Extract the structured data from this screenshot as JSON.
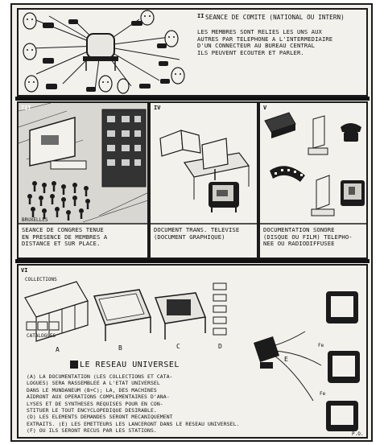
{
  "panel_top": {
    "num": "II",
    "title": "SEANCE DE COMITE (NATIONAL OU INTERN)",
    "body": "LES MEMBRES SONT RELIES LES UNS AUX\nAUTRES PAR TELEPHONE A L'INTERMEDIAIRE\nD'UN CONNECTEUR AU BUREAU CENTRAL\nILS PEUVENT ECOUTER ET PARLER."
  },
  "panel_congres": {
    "num": "III",
    "place_label": "BRUXELLES",
    "caption": "SEANCE DE CONGRES TENUE\nEN PRESENCE DE MEMBRES A\nDISTANCE ET SUR PLACE."
  },
  "panel_document": {
    "num": "IV",
    "caption": "DOCUMENT TRANS. TELEVISE\n(DOCUMENT GRAPHIQUE)"
  },
  "panel_sonore": {
    "num": "V",
    "caption": "DOCUMENTATION SONORE\n(DISQUE OU FILM) TELEPHO-\nNEE OU RADIODIFFUSEE"
  },
  "panel_reseau": {
    "num": "VI",
    "collections_label": "COLLECTIONS",
    "catalogues_label": "CATALOGUES",
    "letter_a": "A",
    "letter_b": "B",
    "letter_c": "C",
    "letter_d": "D",
    "letter_e": "E",
    "fe_label_1": "Fe",
    "fe_label_2": "Fe",
    "title": "LE RESEAU UNIVERSEL",
    "body": "(A) LA DOCUMENTATION (LES COLLECTIONS ET CATA-\nLOGUES) SERA RASSEMBLEE A L'ETAT UNIVERSEL\nDANS LE MUNDANEUM (B+C); LA, DES MACHINES\nAIDRONT AUX OPERATIONS COMPLEMENTAIRES D'ANA-\nLYSES ET DE SYNTHESES REQUISES POUR EN CON-\nSTITUER LE TOUT ENCYCLOPEDIQUE DESIRABLE.\n(D) LES ELEMENTS DEMANDES SERONT MECANIQUEMENT\nEXTRAITS. (E) LES EMETTEURS LES LANCERONT DANS LE RESEAU UNIVERSEL.\n(F) OU ILS SERONT RECUS PAR LES STATIONS.",
    "signature": "P.O."
  },
  "colors": {
    "ink": "#1b1b1b",
    "paper": "#f3f1ec",
    "background": "#ffffff"
  }
}
